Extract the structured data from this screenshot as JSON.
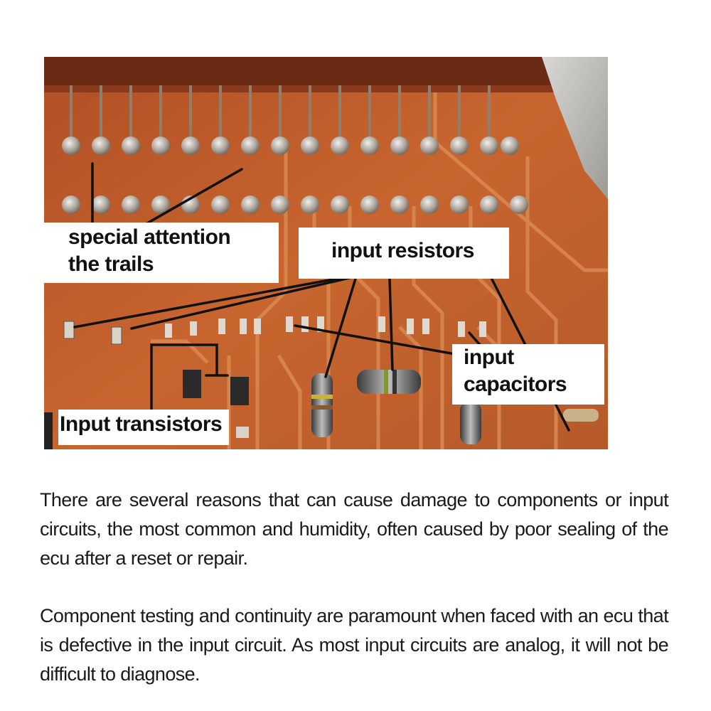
{
  "figure": {
    "labels": {
      "trails": [
        "special attention",
        "the trails"
      ],
      "resistors": "input resistors",
      "capacitors": [
        "input",
        "capacitors"
      ],
      "transistors": "Input transistors"
    },
    "colors": {
      "board": "#c4622e",
      "trace": "#d9874e",
      "pad": "#b8b0a6",
      "metal": "#c9c7c2",
      "arrow": "#111111"
    }
  },
  "paragraphs": [
    "There are several reasons that can cause damage to components or input circuits, the most common and humidity, often caused by poor sealing of the ecu after a reset or repair.",
    "Component testing and continuity are paramount when faced with an ecu that is defective in the input circuit. As most input circuits are analog, it will not be difficult to diagnose."
  ]
}
